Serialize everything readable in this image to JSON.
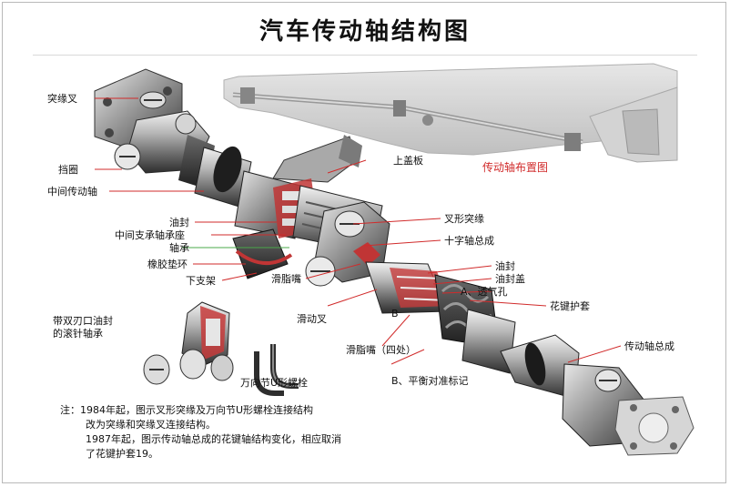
{
  "title": "汽车传动轴结构图",
  "labels": {
    "tuyuancha": "突缘叉",
    "dangquan": "挡圈",
    "zhongjian_chuandongzhou": "中间传动轴",
    "youfeng_left": "油封",
    "zhongjian_zhicheng_zhouchengzuo": "中间支承轴承座",
    "zhoucheng": "轴承",
    "xiangjiao_dianhuan": "橡胶垫环",
    "xiazhijia": "下支架",
    "shangaiban": "上盖板",
    "buzhi_title": "传动轴布置图",
    "chaxing_tuyuan": "叉形突缘",
    "shizizhou_zongcheng": "十字轴总成",
    "youfeng_right": "油封",
    "youfenggai": "油封盖",
    "touqikong": "A、透气孔",
    "huajian_hutao": "花键护套",
    "huazhizui_top": "滑脂嘴",
    "hua_dongcha": "滑动叉",
    "mark_b": "B",
    "huazhizui_four": "滑脂嘴（四处）",
    "chuandongzhou_zongcheng": "传动轴总成",
    "daishuang_line1": "带双刃口油封",
    "daishuang_line2": "的滚针轴承",
    "wanxiangjie_u": "万向节U形螺栓",
    "pingheng_mark": "B、平衡对准标记"
  },
  "notes": {
    "line1": "注：1984年起，图示叉形突缘及万向节U形螺栓连接结构",
    "line2": "改为突缘和突缘叉连接结构。",
    "line3": "1987年起，图示传动轴总成的花键轴结构变化，相应取消",
    "line4": "了花键护套19。"
  },
  "colors": {
    "label_red": "#d12b2b",
    "metal": "#8a8a8a",
    "cutaway": "#c63b3b"
  }
}
